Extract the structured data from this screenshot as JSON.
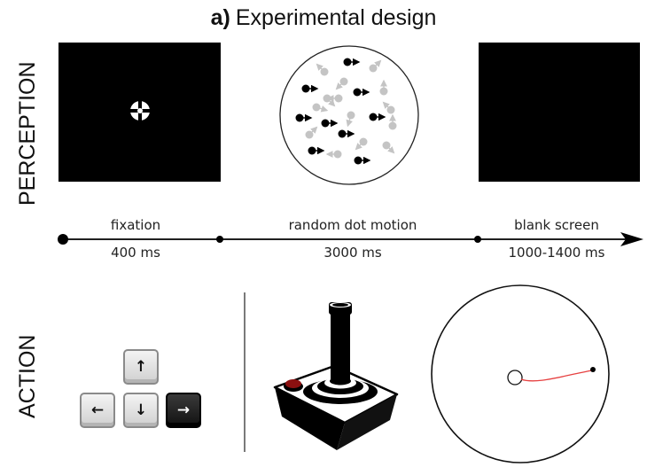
{
  "title": {
    "prefix": "a)",
    "text": "Experimental design"
  },
  "rows": {
    "perception": "PERCEPTION",
    "action": "ACTION"
  },
  "timeline": {
    "phases": [
      {
        "name": "fixation",
        "duration": "400 ms"
      },
      {
        "name": "random dot motion",
        "duration": "3000 ms"
      },
      {
        "name": "blank screen",
        "duration": "1000-1400 ms"
      }
    ]
  },
  "keys": {
    "up": "↑",
    "left": "←",
    "down": "↓",
    "right": "→"
  },
  "colors": {
    "dot_signal": "#000000",
    "dot_noise": "#c4c4c4",
    "trajectory": "#e64040",
    "joystick_button": "#8b1010"
  }
}
